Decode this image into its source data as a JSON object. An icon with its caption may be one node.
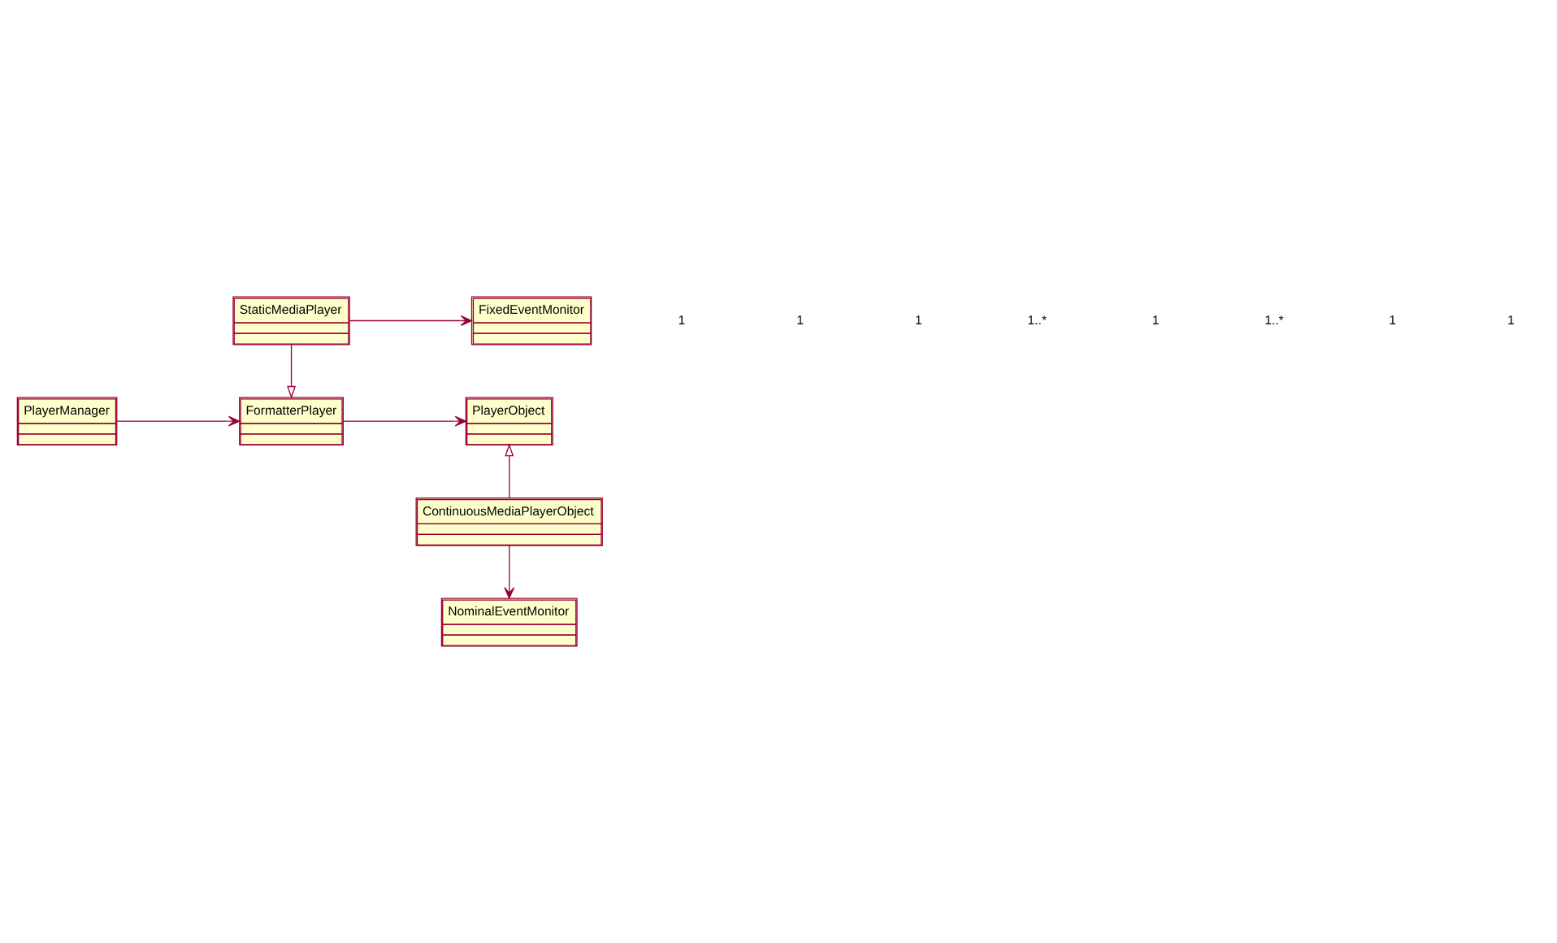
{
  "diagram": {
    "nodes": [
      {
        "text": [
          "FixedEventMonitor"
        ]
      },
      {
        "text": [
          "StaticMediaPlayer"
        ]
      },
      {
        "text": [
          "PlayerManager"
        ]
      },
      {
        "text": [
          "FormatterPlayer"
        ]
      },
      {
        "text": [
          "PlayerObject"
        ]
      },
      {
        "text": [
          "ContinuousMediaPlayerObject"
        ]
      },
      {
        "text": [
          "NominalEventMonitor"
        ]
      }
    ],
    "edges": [
      {
        "from": 1,
        "to": 0,
        "arrow": "to"
      },
      {
        "from": 1,
        "to": 3,
        "arrow": "to"
      },
      {
        "from": 2,
        "to": 3,
        "arrow": "to"
      },
      {
        "from": 3,
        "to": 4,
        "arrow": "to"
      },
      {
        "from": 5,
        "to": 4,
        "arrow": "to"
      },
      {
        "from": 5,
        "to": 6,
        "arrow": "to"
      }
    ],
    "labels": [
      "1",
      "1",
      "1",
      "1..*",
      "1",
      "1..*",
      "1",
      "1"
    ]
  }
}
